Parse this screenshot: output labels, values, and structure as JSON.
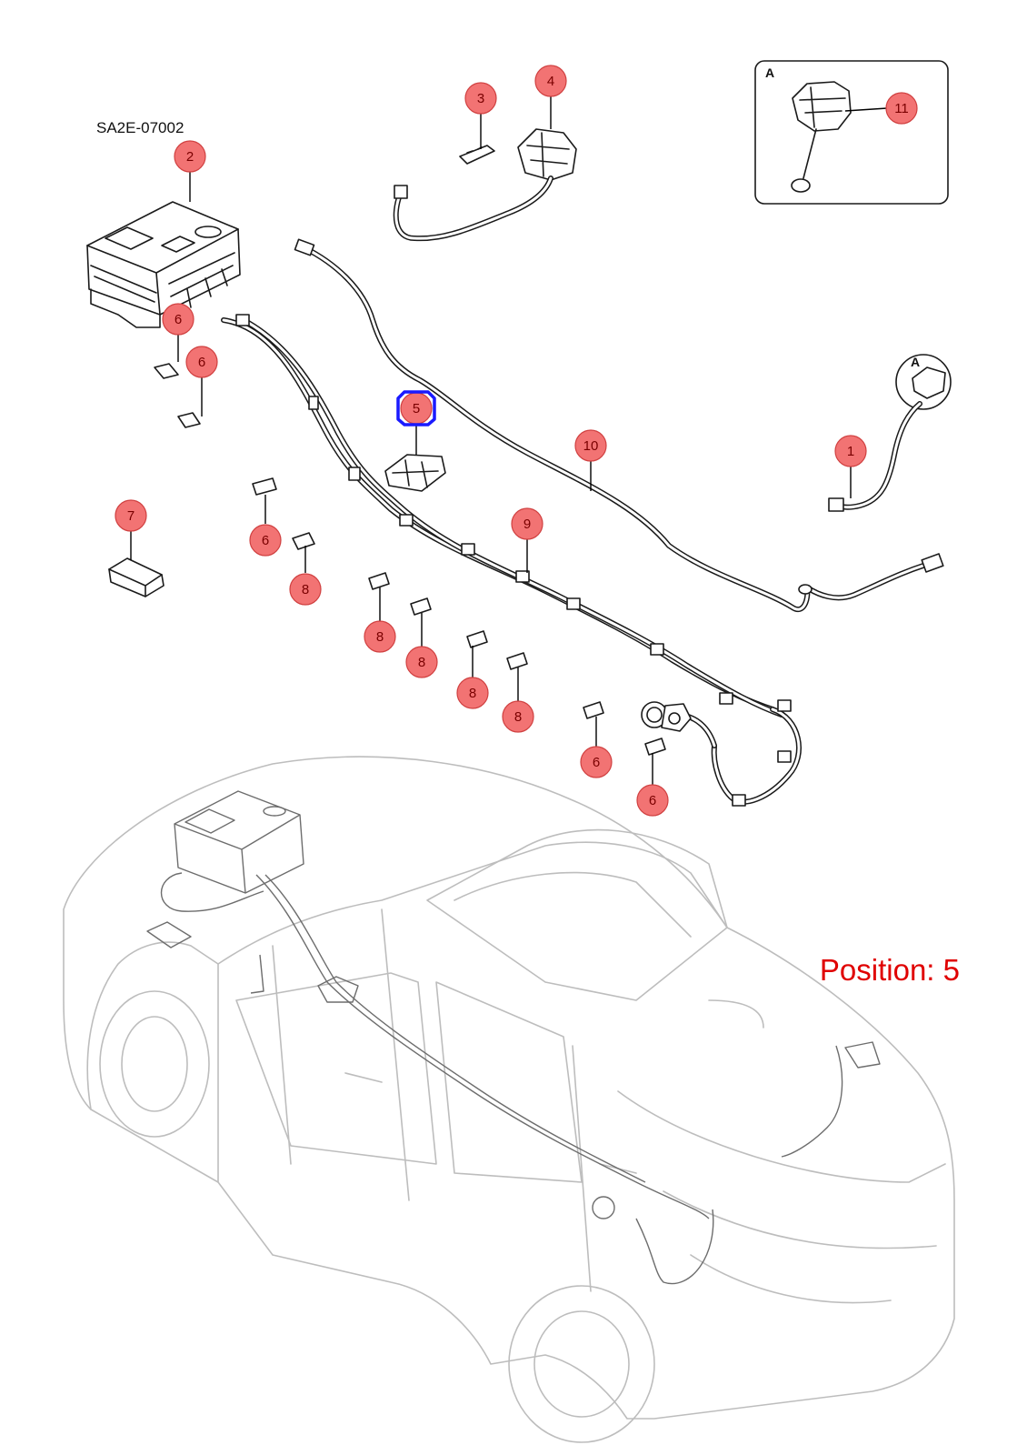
{
  "drawing_code": "SA2E-07002",
  "position_label": "Position: 5",
  "detail_label": "A",
  "detail_marker_label": "A",
  "callouts": [
    "2",
    "6",
    "6",
    "3",
    "4",
    "11",
    "5",
    "10",
    "1",
    "7",
    "6",
    "8",
    "9",
    "8",
    "8",
    "8",
    "8",
    "6",
    "6"
  ],
  "highlight": {
    "label": "5",
    "color": "#1a1aff"
  },
  "colors": {
    "callout_fill": "#f27373",
    "position_text": "#e00000",
    "car_outline": "#bdbdbd"
  }
}
